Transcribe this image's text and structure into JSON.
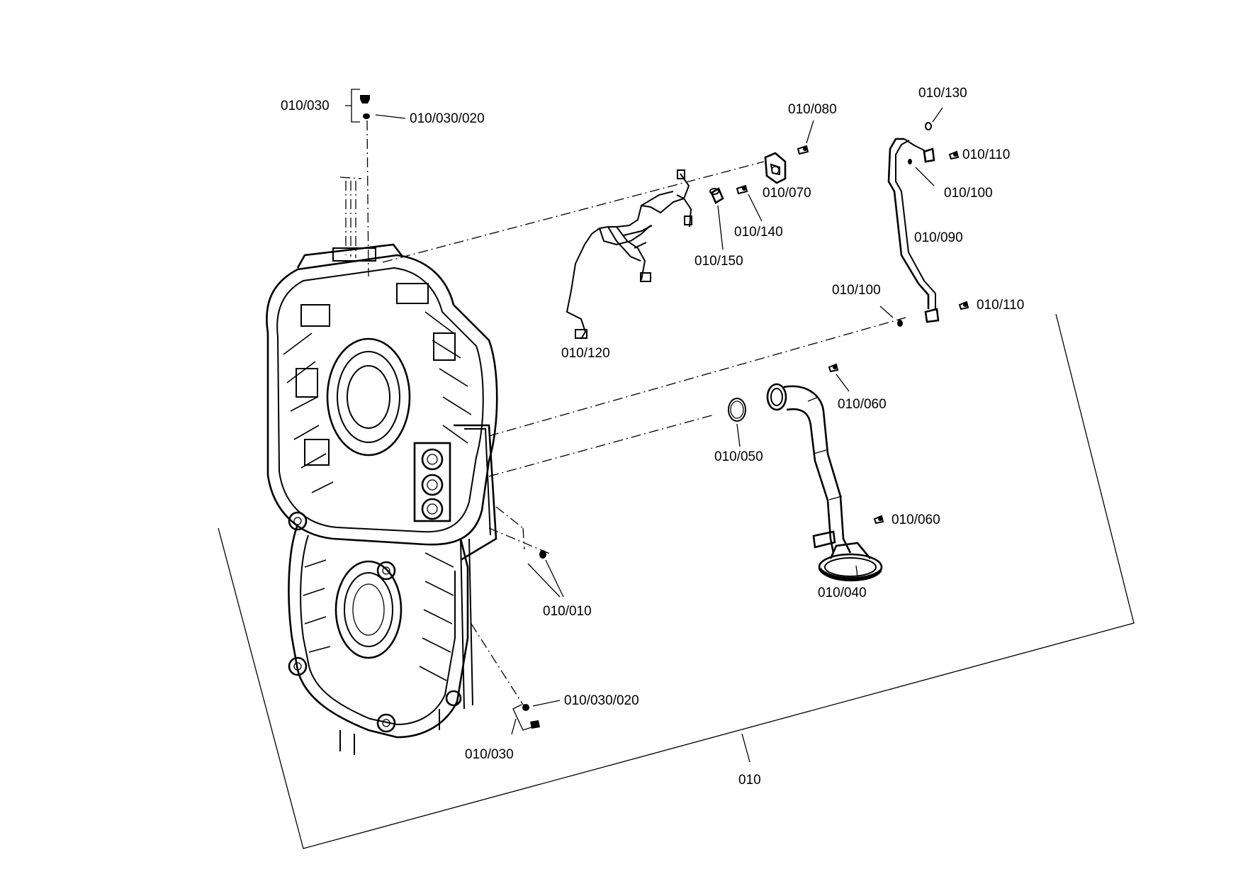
{
  "labels": {
    "l_030_top": "010/030",
    "l_030_020_top": "010/030/020",
    "l_080": "010/080",
    "l_070": "010/070",
    "l_140": "010/140",
    "l_150": "010/150",
    "l_120": "010/120",
    "l_130": "010/130",
    "l_110_top": "010/110",
    "l_100_top": "010/100",
    "l_090": "010/090",
    "l_100_mid": "010/100",
    "l_110_mid": "010/110",
    "l_060_top": "010/060",
    "l_050": "010/050",
    "l_060_low": "010/060",
    "l_040": "010/040",
    "l_010": "010/010",
    "l_030_020_bot": "010/030/020",
    "l_030_bot": "010/030",
    "l_main": "010"
  }
}
